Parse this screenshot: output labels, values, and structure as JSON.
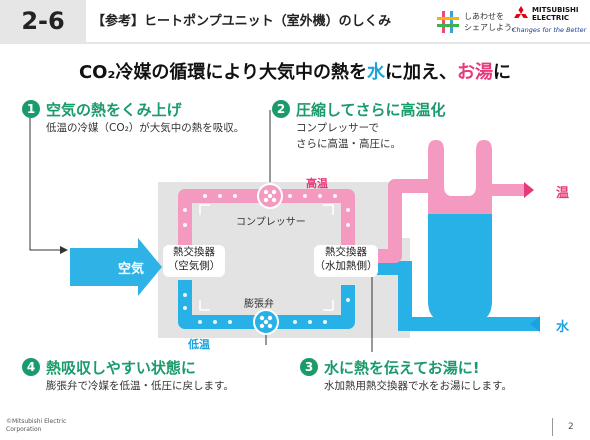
{
  "header": {
    "slide_number": "2-6",
    "title": "【参考】ヒートポンプユニット（室外機）のしくみ",
    "campaign_line1": "しあわせを",
    "campaign_line2": "シェアしよう。",
    "brand_line1": "MITSUBISHI",
    "brand_line2": "ELECTRIC",
    "brand_tagline": "Changes for the Better"
  },
  "heading": {
    "part1": "CO₂冷媒の循環により大気中の熱を",
    "part2": "水",
    "part3": "に加え、",
    "part4": "お湯",
    "part5": "に"
  },
  "steps": [
    {
      "number": "1",
      "title": "空気の熱をくみ上げ",
      "desc": [
        "低温の冷媒（CO₂）が大気中の熱を吸収。"
      ]
    },
    {
      "number": "2",
      "title": "圧縮してさらに高温化",
      "desc": [
        "コンプレッサーで",
        "さらに高温・高圧に。"
      ]
    },
    {
      "number": "3",
      "title": "水に熱を伝えてお湯に!",
      "desc": [
        "水加熱用熱交換器で水をお湯にします。"
      ]
    },
    {
      "number": "4",
      "title": "熱吸収しやすい状態に",
      "desc": [
        "膨張弁で冷媒を低温・低圧に戻します。"
      ]
    }
  ],
  "diagram": {
    "air_label": "空気",
    "high_temp": "高温",
    "low_temp": "低温",
    "compressor": "コンプレッサー",
    "expansion_valve": "膨張弁",
    "hx_air": [
      "熱交換器",
      "（空気側）"
    ],
    "hx_water": [
      "熱交換器",
      "（水加熱側）"
    ],
    "hot_water_out": "温",
    "water_in": "水"
  },
  "colors": {
    "hot": "#f49ac1",
    "cold": "#27b1e6",
    "green": "#1b9b6b",
    "gray_unit": "#e3e3e3"
  },
  "footer": {
    "copyright_line1": "©Mitsubishi Electric",
    "copyright_line2": "Corporation",
    "page": "2"
  }
}
